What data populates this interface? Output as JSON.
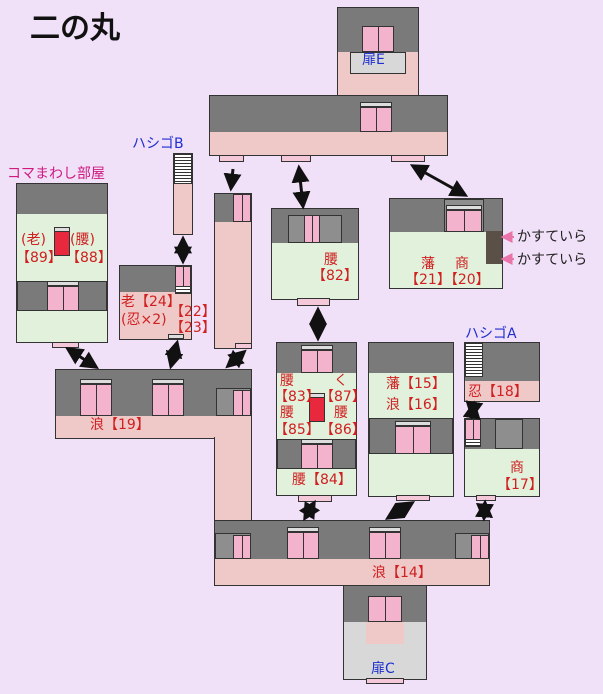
{
  "map_title": "二の丸",
  "colors": {
    "background": "#f0e0f8",
    "wall": "#7a7a7a",
    "floor_green": "#e1f1dc",
    "floor_pink": "#efc8c8",
    "door": "#f4b3cc",
    "label_red": "#d02020",
    "label_blue": "#1f2fd0",
    "label_magenta": "#d01a80"
  },
  "doors": {
    "e": "扉E",
    "c": "扉C"
  },
  "ladders": {
    "a": "ハシゴA",
    "b": "ハシゴB"
  },
  "komamawashi_room": "コマまわし部屋",
  "kasuteira_1": "かすていら",
  "kasuteira_2": "かすていら",
  "labels": {
    "rooms_1": [
      "(老)",
      "(腰)"
    ],
    "rooms_2": [
      "【89】",
      "【88】"
    ],
    "r24_a": "老【24】",
    "r24_b": "(忍×2)",
    "r22": "【22】",
    "r23": "【23】",
    "r82_a": "腰",
    "r82_b": "【82】",
    "r21_a": "藩",
    "r21_b": "商",
    "r21_c": "【21】【20】",
    "r83_a": "腰",
    "r83_b": "く",
    "r83_c": "【83】",
    "r83_d": "【87】",
    "r83_e": "腰",
    "r83_f": "腰",
    "r83_g": "【85】",
    "r83_h": "【86】",
    "r84": "腰【84】",
    "r15": "藩【15】",
    "r16": "浪【16】",
    "r18": "忍【18】",
    "r17_a": "商",
    "r17_b": "【17】",
    "r19": "浪【19】",
    "r14": "浪【14】"
  }
}
